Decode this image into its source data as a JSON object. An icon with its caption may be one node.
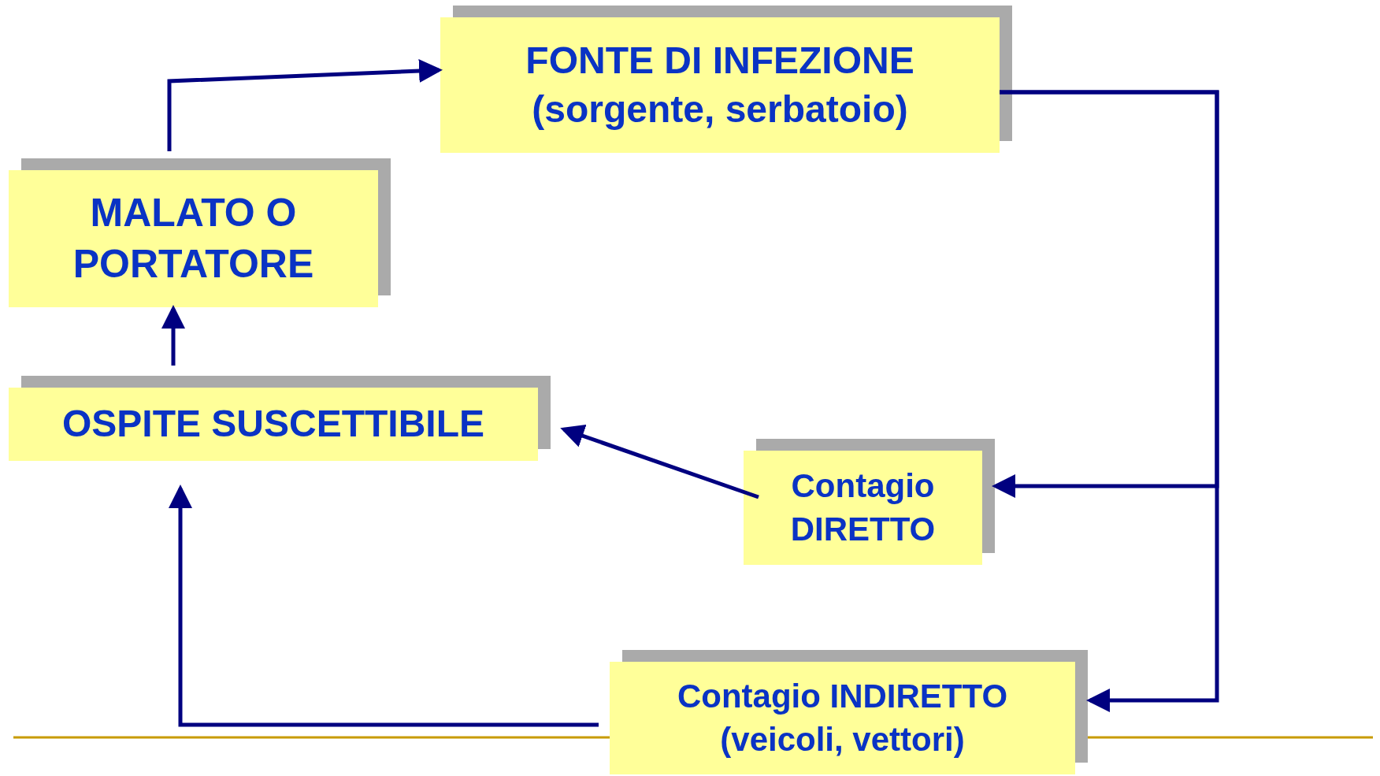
{
  "diagram": {
    "nodes": [
      {
        "text": [
          "FONTE DI INFEZIONE",
          "(sorgente, serbatoio)"
        ]
      },
      {
        "text": [
          "MALATO O PORTATORE"
        ]
      },
      {
        "text": [
          "OSPITE SUSCETTIBILE"
        ]
      },
      {
        "text": [
          "Contagio DIRETTO"
        ]
      },
      {
        "text": [
          "Contagio INDIRETTO",
          "(veicoli, vettori)"
        ]
      }
    ],
    "edges": [
      {
        "from": 1,
        "to": 0,
        "arrow": "to"
      },
      {
        "from": 0,
        "to": 3,
        "arrow": "to"
      },
      {
        "from": 0,
        "to": 4,
        "arrow": "to"
      },
      {
        "from": 3,
        "to": 2,
        "arrow": "to"
      },
      {
        "from": 4,
        "to": 2,
        "arrow": "to"
      },
      {
        "from": 2,
        "to": 1,
        "arrow": "to"
      }
    ]
  }
}
